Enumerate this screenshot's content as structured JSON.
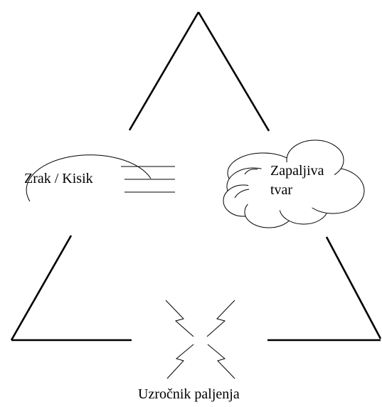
{
  "diagram": {
    "labels": {
      "air": "Zrak / Kisik",
      "fuel_line1": "Zapaljiva",
      "fuel_line2": "tvar",
      "ignition": "Uzročnik paljenja"
    },
    "colors": {
      "stroke": "#000000",
      "background": "#ffffff",
      "cloud_fill": "#ffffff"
    },
    "icons": {
      "air": "ellipse-with-airflow-lines",
      "fuel": "cloud",
      "ignition": "spark-lightning"
    }
  }
}
